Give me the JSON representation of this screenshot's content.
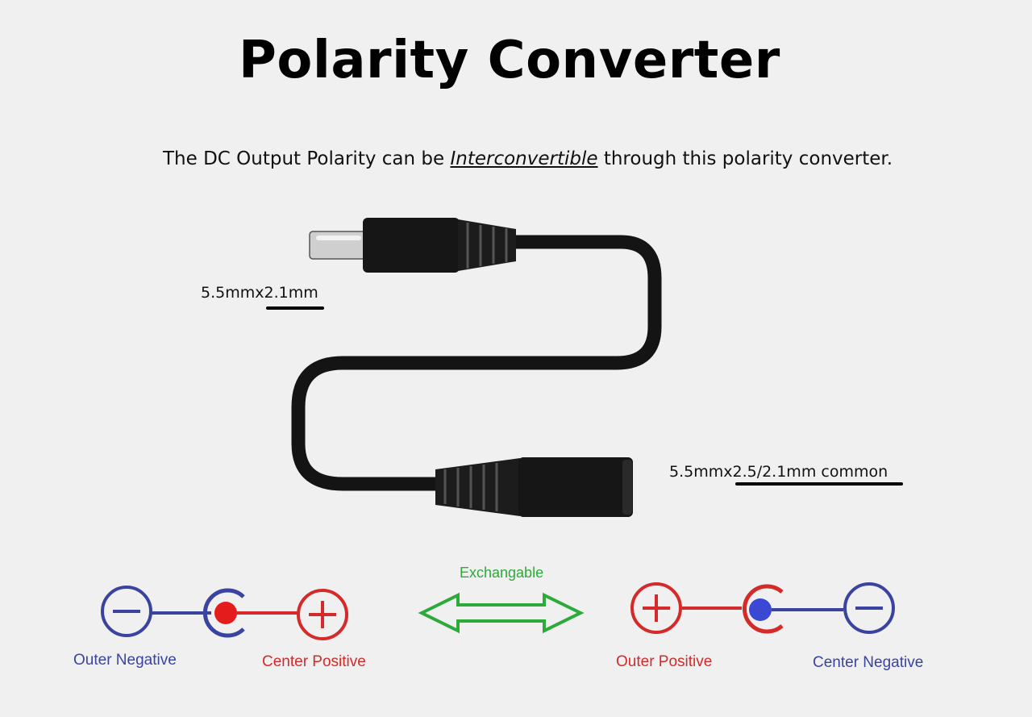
{
  "title": "Polarity Converter",
  "subtitle": {
    "before": "The DC Output Polarity can be ",
    "emph": "Interconvertible",
    "after": " through this polarity converter."
  },
  "plug_label": "5.5mmx2.1mm",
  "jack_label": "5.5mmx2.5/2.1mm common",
  "exchange_label": "Exchangable",
  "left": {
    "outer_label": "Outer Negative",
    "center_label": "Center Positive"
  },
  "right": {
    "outer_label": "Outer Positive",
    "center_label": "Center Negative"
  },
  "colors": {
    "negative": "#3a44a0",
    "positive": "#d42a2a",
    "exchange": "#2eaa3a",
    "cable": "#141414"
  }
}
